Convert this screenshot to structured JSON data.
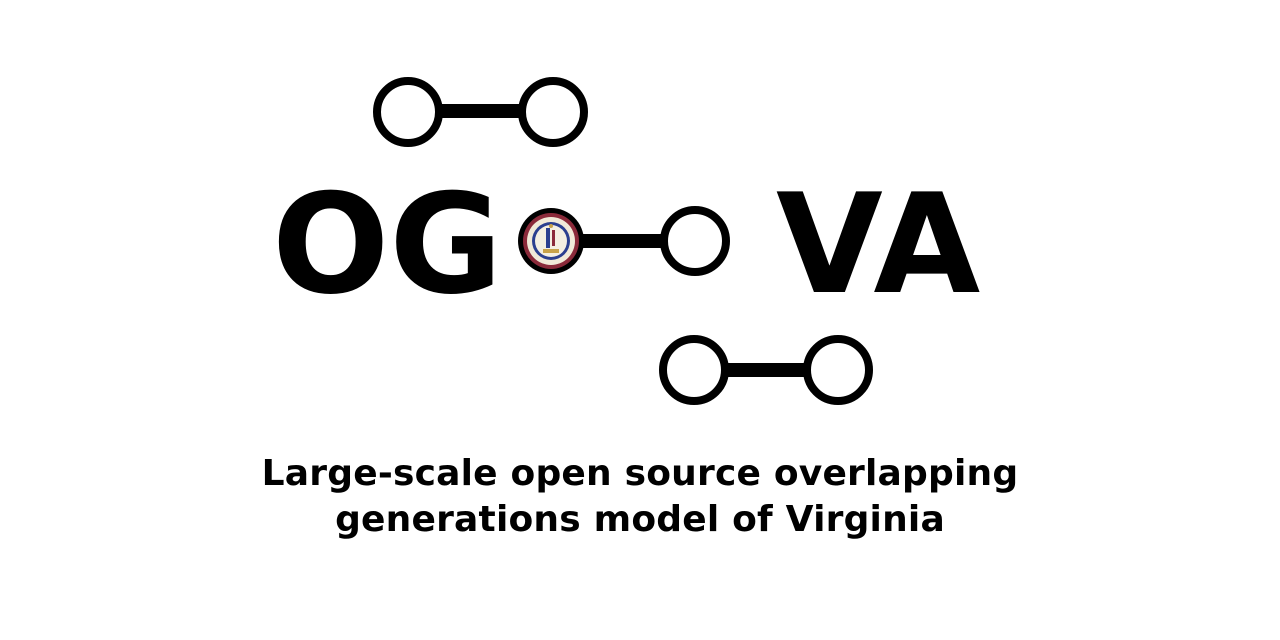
{
  "logo": {
    "left_text": "OG",
    "right_text": "VA",
    "seal_icon": "virginia-state-seal-icon",
    "colors": {
      "ink": "#000000",
      "background": "#ffffff",
      "seal_ring": "#8b2a3a",
      "seal_blue": "#2b3f8f",
      "seal_gold": "#c8a24a"
    }
  },
  "tagline": {
    "line1": "Large-scale open source overlapping",
    "line2": "generations model of Virginia"
  }
}
